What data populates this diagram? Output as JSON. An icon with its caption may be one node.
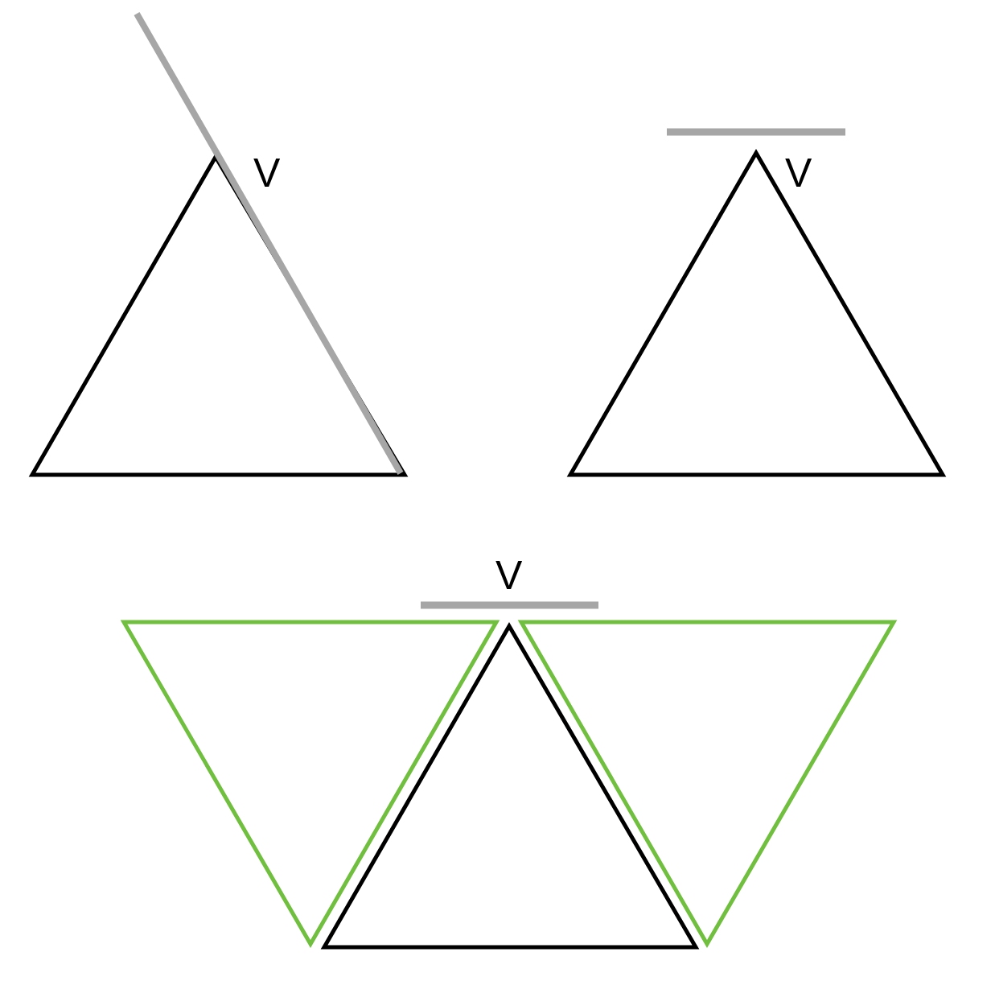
{
  "diagram": {
    "labels": [
      "V",
      "V",
      "V"
    ]
  }
}
